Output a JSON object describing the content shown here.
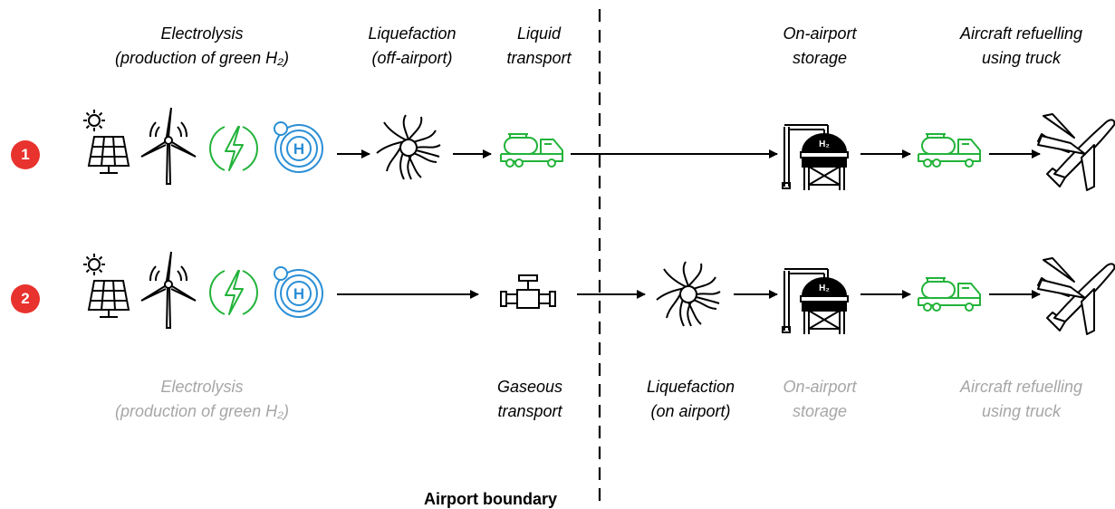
{
  "top_labels": {
    "electrolysis": [
      "Electrolysis",
      "(production of green H₂)"
    ],
    "liquefaction_off": [
      "Liquefaction",
      "(off-airport)"
    ],
    "liquid_transport": [
      "Liquid",
      "transport"
    ],
    "onairport_storage": [
      "On-airport",
      "storage"
    ],
    "aircraft_refuelling": [
      "Aircraft refuelling",
      "using truck"
    ]
  },
  "bottom_labels": {
    "electrolysis": [
      "Electrolysis",
      "(production of green H₂)"
    ],
    "gaseous_transport": [
      "Gaseous",
      "transport"
    ],
    "liquefaction_on": [
      "Liquefaction",
      "(on airport)"
    ],
    "onairport_storage": [
      "On-airport",
      "storage"
    ],
    "aircraft_refuelling": [
      "Aircraft refuelling",
      "using truck"
    ]
  },
  "pathways": [
    {
      "badge": "1"
    },
    {
      "badge": "2"
    }
  ],
  "boundary_label": "Airport boundary",
  "h_symbol": "H",
  "tank_label": "H₂",
  "colors": {
    "badge": "#e8322d",
    "green": "#22b33a",
    "blue": "#2b8fd6",
    "grey_text": "#a6a6a6",
    "black": "#000000"
  }
}
